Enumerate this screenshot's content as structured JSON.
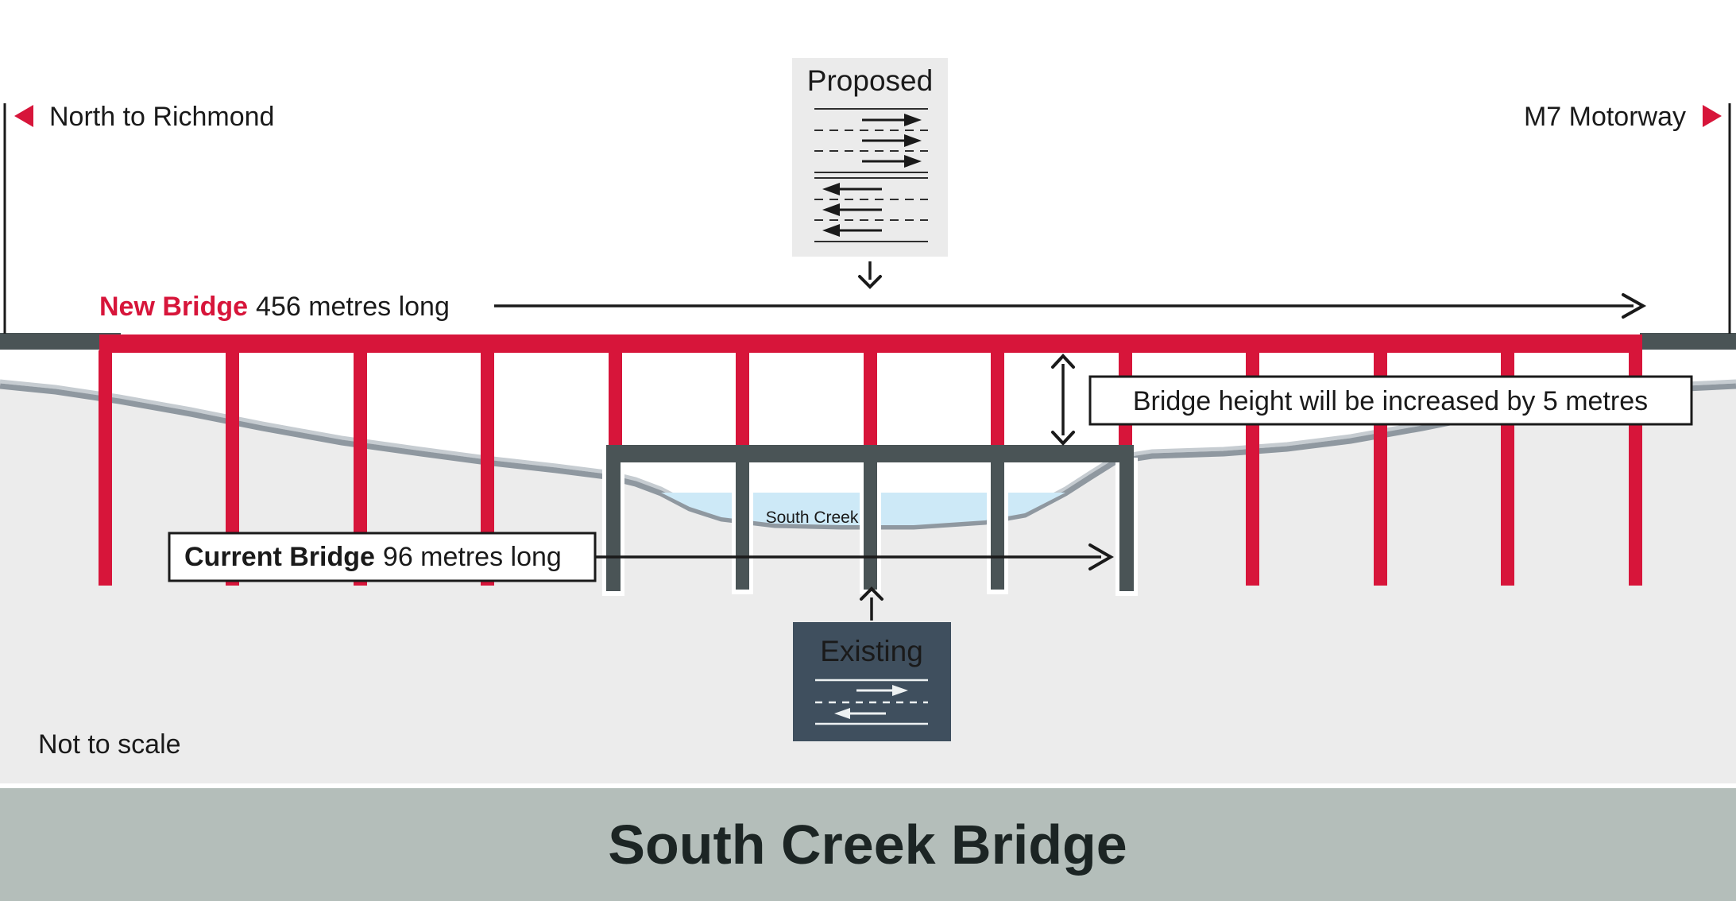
{
  "colors": {
    "bridge_red": "#d7153a",
    "dark_steel": "#4a5456",
    "card_dark": "#3f4f5e",
    "card_light": "#ebebeb",
    "card_light_text": "#d7153a",
    "ground": "#ececec",
    "terrain": "#8f98a0",
    "terrain_highlight": "#c6ccd1",
    "water": "#cde9f7",
    "footer_band": "#b4beba",
    "ink": "#1a1a1a"
  },
  "top": {
    "left_label": "North to Richmond",
    "right_label": "M7 Motorway"
  },
  "proposed_card": {
    "title": "Proposed",
    "lanes_each_way": 3
  },
  "existing_card": {
    "title": "Existing",
    "lanes_each_way": 1
  },
  "new_bridge": {
    "label": "New Bridge",
    "length": "456 metres long"
  },
  "current_bridge": {
    "label": "Current Bridge",
    "length": "96 metres long"
  },
  "annotations": {
    "bridge_height": "Bridge height will be increased by 5 metres",
    "south_creek": "South Creek",
    "not_to_scale": "Not to scale"
  },
  "footer": {
    "title": "South Creek Bridge"
  }
}
